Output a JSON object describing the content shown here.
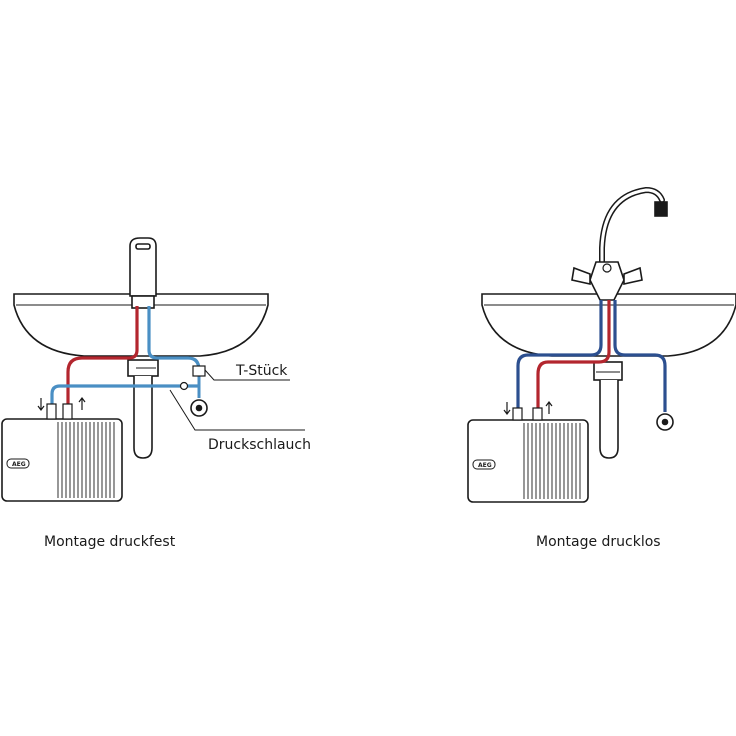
{
  "left_diagram": {
    "caption": "Montage druckfest",
    "label_tee": "T-Stück",
    "label_hose": "Druckschlauch",
    "heater_brand": "AEG"
  },
  "right_diagram": {
    "caption": "Montage drucklos",
    "heater_brand": "AEG"
  },
  "colors": {
    "hot": "#b3262e",
    "cold_light": "#4a8fc4",
    "cold_dark": "#2c4f8f",
    "outline": "#1a1a1a"
  }
}
